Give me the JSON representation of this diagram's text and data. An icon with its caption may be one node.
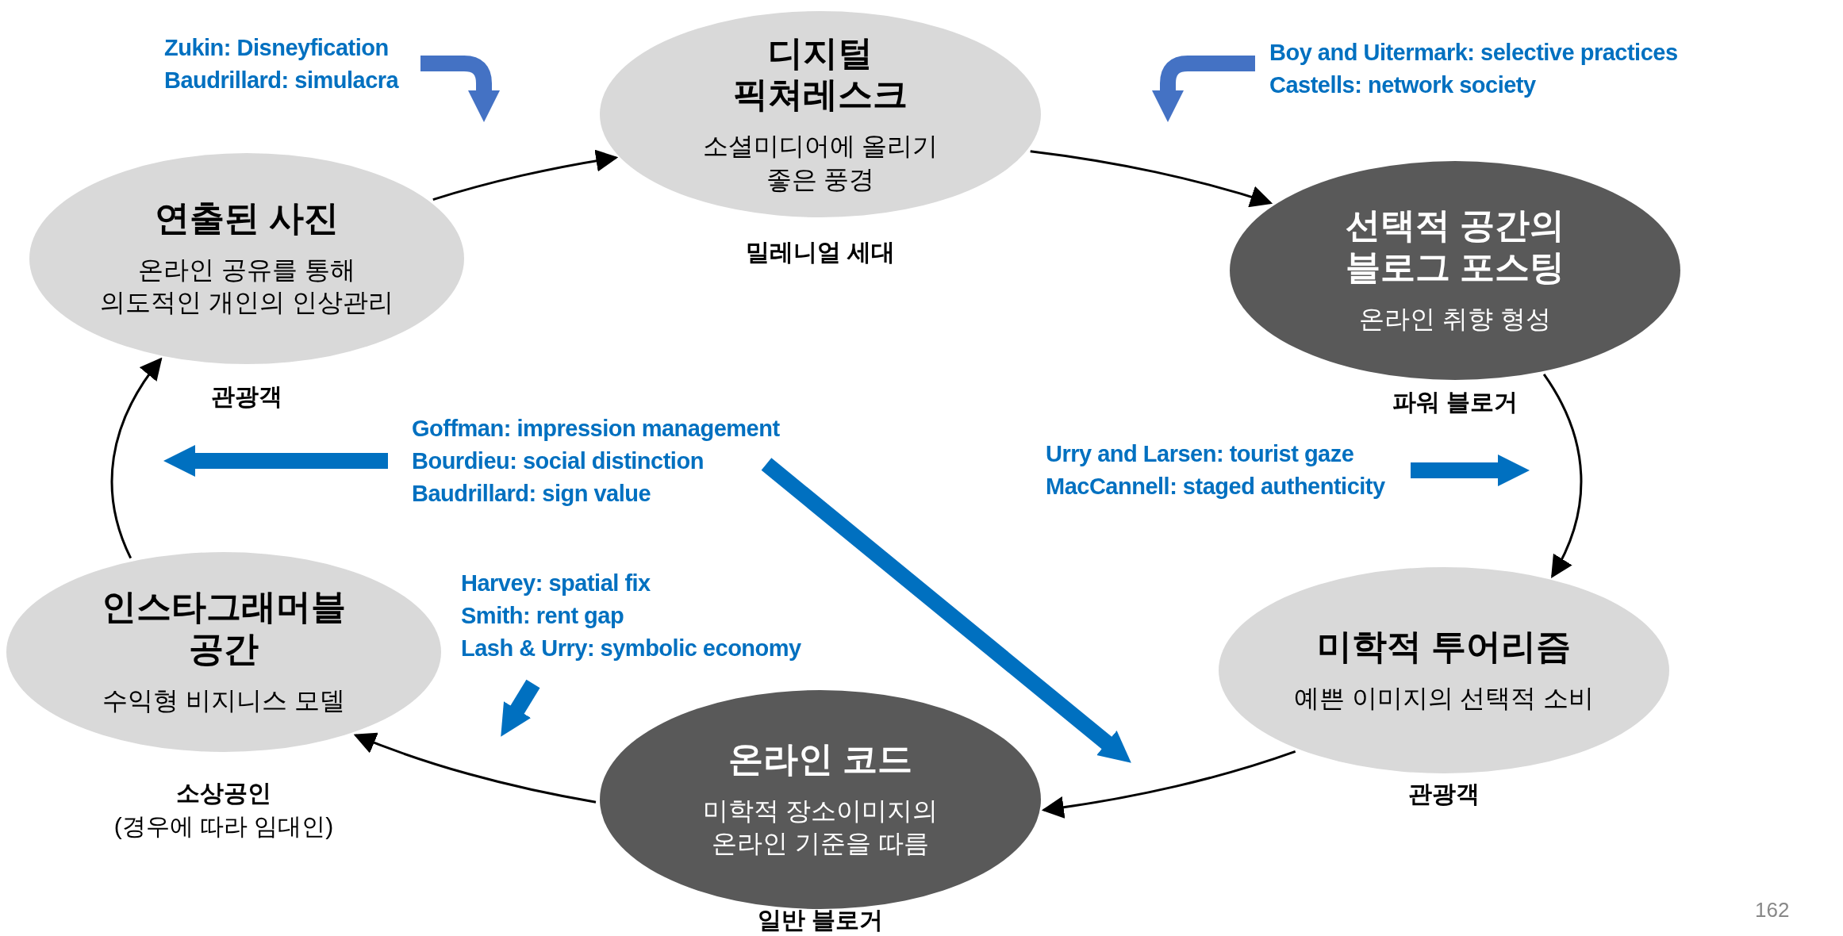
{
  "diagram": {
    "nodes": [
      {
        "text": [
          "디지털 픽쳐레스크",
          "소셜미디어에 올리기 좋은 풍경"
        ],
        "beside": [
          "밀레니얼 세대"
        ]
      },
      {
        "text": [
          "연출된 사진",
          "온라인 공유를 통해 의도적인 개인의 인상관리"
        ],
        "beside": [
          "관광객"
        ]
      },
      {
        "text": [
          "선택적 공간의 블로그 포스팅",
          "온라인 취향 형성"
        ],
        "beside": [
          "파워 블로거"
        ]
      },
      {
        "text": [
          "인스타그래머블 공간",
          "수익형 비지니스 모델"
        ],
        "beside": [
          "소상공인",
          "(경우에 따라 임대인)"
        ]
      },
      {
        "text": [
          "미학적 투어리즘",
          "예쁜 이미지의 선택적 소비"
        ],
        "beside": [
          "관광객"
        ]
      },
      {
        "text": [
          "온라인 코드",
          "미학적 장소이미지의 온라인 기준을 따름"
        ],
        "beside": [
          "일반 블로거"
        ]
      }
    ],
    "edges": [
      {
        "from": 1,
        "to": 0,
        "arrow": "to"
      },
      {
        "from": 0,
        "to": 2,
        "arrow": "to"
      },
      {
        "from": 2,
        "to": 4,
        "arrow": "to"
      },
      {
        "from": 4,
        "to": 5,
        "arrow": "to"
      },
      {
        "from": 5,
        "to": 3,
        "arrow": "to"
      },
      {
        "from": 3,
        "to": 1,
        "arrow": "to"
      }
    ],
    "labels": [
      "Zukin: Disneyfication",
      "Baudrillard: simulacra",
      "Boy and Uitermark: selective practices",
      "Castells: network society",
      "Goffman: impression management",
      "Bourdieu: social distinction",
      "Baudrillard: sign value",
      "Urry and Larsen: tourist gaze",
      "MacCannell: staged authenticity",
      "Harvey: spatial fix",
      "Smith: rent gap",
      "Lash & Urry: symbolic economy",
      "162"
    ]
  }
}
